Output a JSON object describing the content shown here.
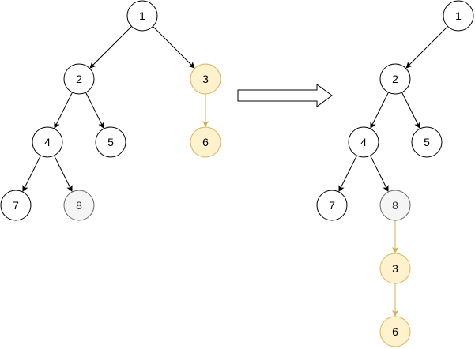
{
  "colors": {
    "default_fill": "#ffffff",
    "default_stroke": "#000000",
    "grey_fill": "#f5f5f5",
    "grey_stroke": "#666666",
    "grey_text": "#333333",
    "yellow_fill": "#fff2cc",
    "yellow_stroke": "#d6b656",
    "yellow_edge": "#c9b05a"
  },
  "transition_arrow": "right-block-arrow",
  "before_tree": {
    "nodes": [
      {
        "id": "b1",
        "label": "1",
        "style": "default"
      },
      {
        "id": "b2",
        "label": "2",
        "style": "default"
      },
      {
        "id": "b3",
        "label": "3",
        "style": "yellow"
      },
      {
        "id": "b4",
        "label": "4",
        "style": "default"
      },
      {
        "id": "b5",
        "label": "5",
        "style": "default"
      },
      {
        "id": "b6",
        "label": "6",
        "style": "yellow"
      },
      {
        "id": "b7",
        "label": "7",
        "style": "default"
      },
      {
        "id": "b8",
        "label": "8",
        "style": "grey"
      }
    ],
    "edges": [
      {
        "from": "b1",
        "to": "b2",
        "style": "default"
      },
      {
        "from": "b1",
        "to": "b3",
        "style": "default"
      },
      {
        "from": "b2",
        "to": "b4",
        "style": "default"
      },
      {
        "from": "b2",
        "to": "b5",
        "style": "default"
      },
      {
        "from": "b3",
        "to": "b6",
        "style": "yellow"
      },
      {
        "from": "b4",
        "to": "b7",
        "style": "default"
      },
      {
        "from": "b4",
        "to": "b8",
        "style": "default"
      }
    ]
  },
  "after_tree": {
    "nodes": [
      {
        "id": "a1",
        "label": "1",
        "style": "default"
      },
      {
        "id": "a2",
        "label": "2",
        "style": "default"
      },
      {
        "id": "a4",
        "label": "4",
        "style": "default"
      },
      {
        "id": "a5",
        "label": "5",
        "style": "default"
      },
      {
        "id": "a7",
        "label": "7",
        "style": "default"
      },
      {
        "id": "a8",
        "label": "8",
        "style": "grey"
      },
      {
        "id": "a3",
        "label": "3",
        "style": "yellow"
      },
      {
        "id": "a6",
        "label": "6",
        "style": "yellow"
      }
    ],
    "edges": [
      {
        "from": "a1",
        "to": "a2",
        "style": "default"
      },
      {
        "from": "a2",
        "to": "a4",
        "style": "default"
      },
      {
        "from": "a2",
        "to": "a5",
        "style": "default"
      },
      {
        "from": "a4",
        "to": "a7",
        "style": "default"
      },
      {
        "from": "a4",
        "to": "a8",
        "style": "default"
      },
      {
        "from": "a8",
        "to": "a3",
        "style": "yellow"
      },
      {
        "from": "a3",
        "to": "a6",
        "style": "yellow"
      }
    ]
  }
}
